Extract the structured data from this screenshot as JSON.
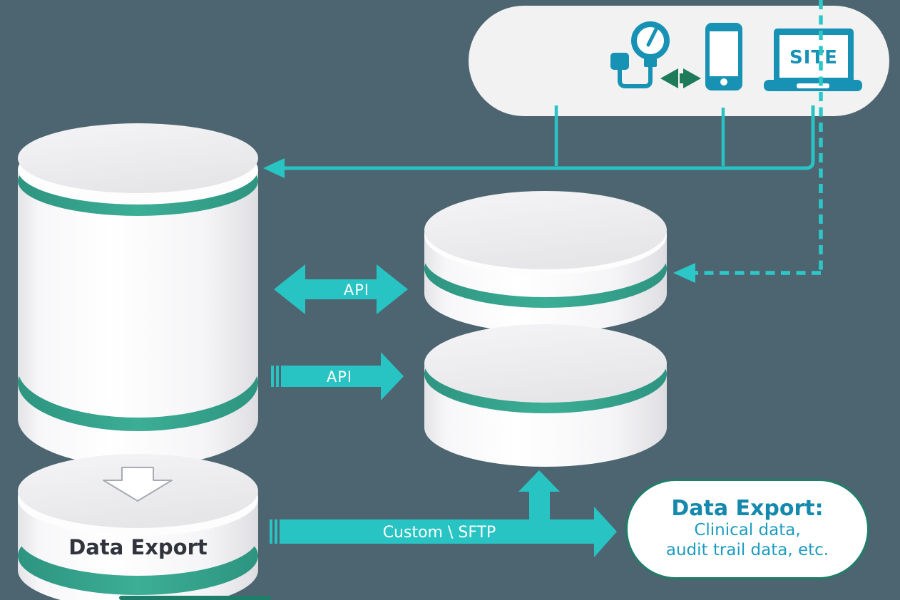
{
  "colors": {
    "background": "#4d6570",
    "panel_bg": "#f2f2f2",
    "accent_cyan": "#28c4c4",
    "device_teal": "#1792b4",
    "ring_teal": "#37a28c",
    "transfer_green": "#1e7b5a",
    "callout_border": "#1f7e68",
    "callout_title_text": "#1489ad",
    "callout_body_text": "#1d9cc0",
    "cylinder_label_dark": "#31343c"
  },
  "site_panel": {
    "site_label": "SITE",
    "icons": [
      "gauge-icon",
      "transfer-arrows-icon",
      "smartphone-icon",
      "laptop-icon"
    ]
  },
  "arrows": {
    "api_bidirectional": "API",
    "api_one_way": "API",
    "custom_sftp": "Custom \\ SFTP"
  },
  "export_cylinder": {
    "label": "Data Export"
  },
  "callout": {
    "title": "Data Export:",
    "line1": "Clinical data,",
    "line2": "audit trail data, etc."
  }
}
